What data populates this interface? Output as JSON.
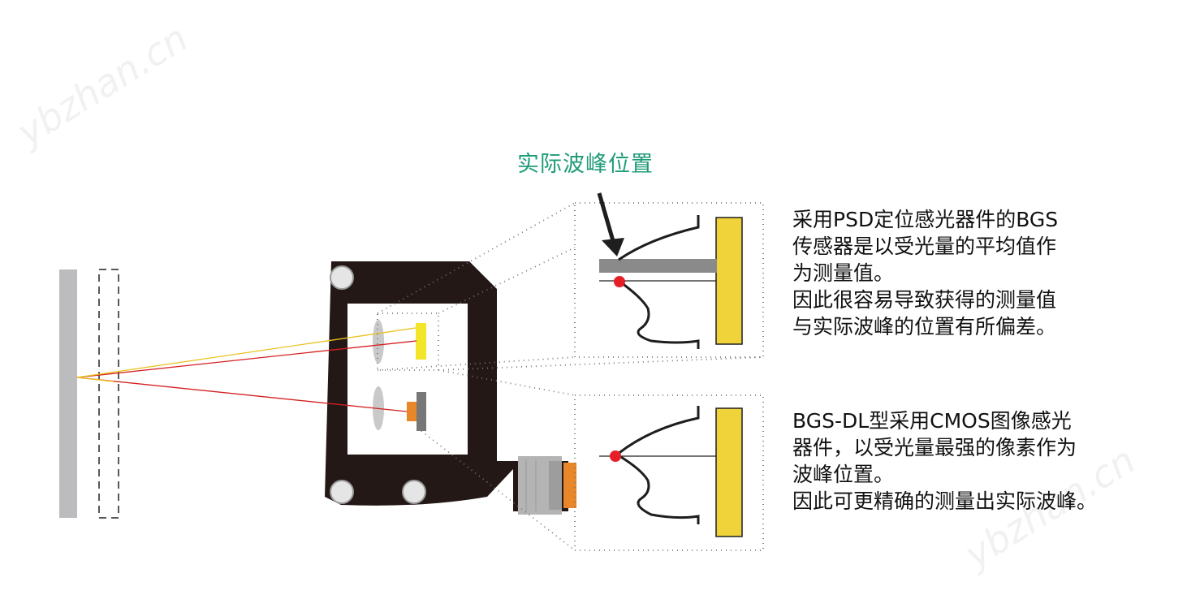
{
  "callout_label": "实际波峰位置",
  "watermark": "ybzhan.cn",
  "psd_description": [
    "采用PSD定位感光器件的BGS",
    "传感器是以受光量的平均值作",
    "为测量值。",
    "因此很容易导致获得的测量值",
    "与实际波峰的位置有所偏差。"
  ],
  "cmos_description": [
    "BGS-DL型采用CMOS图像感光",
    "器件，以受光量最强的像素作为",
    "波峰位置。",
    "因此可更精确的测量出实际波峰。"
  ],
  "colors": {
    "callout_green": "#1f9b78",
    "sensor_body": "#231815",
    "psd_yellow": "#f3e52a",
    "receiver_yellow": "#f0d33b",
    "cmos_orange": "#e8862a",
    "red_ray": "#d42020",
    "yellow_ray": "#e9c21f",
    "target_gray": "#bcbcbe",
    "peak_dot": "#e61e25"
  }
}
